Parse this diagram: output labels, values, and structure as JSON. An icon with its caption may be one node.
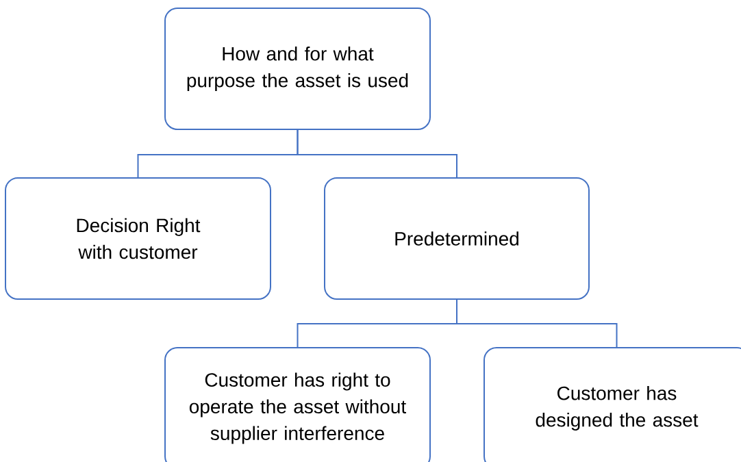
{
  "diagram": {
    "nodes": [
      {
        "text": [
          "How and for what purpose the asset is used"
        ]
      },
      {
        "text": [
          "Decision Right with customer"
        ]
      },
      {
        "text": [
          "Predetermined"
        ]
      },
      {
        "text": [
          "Customer has right to operate the asset without supplier interference"
        ]
      },
      {
        "text": [
          "Customer has designed the asset"
        ]
      }
    ],
    "edges": [
      {
        "from": 0,
        "to": 1,
        "arrow": "none"
      },
      {
        "from": 0,
        "to": 2,
        "arrow": "none"
      },
      {
        "from": 2,
        "to": 3,
        "arrow": "none"
      },
      {
        "from": 2,
        "to": 4,
        "arrow": "none"
      }
    ]
  }
}
